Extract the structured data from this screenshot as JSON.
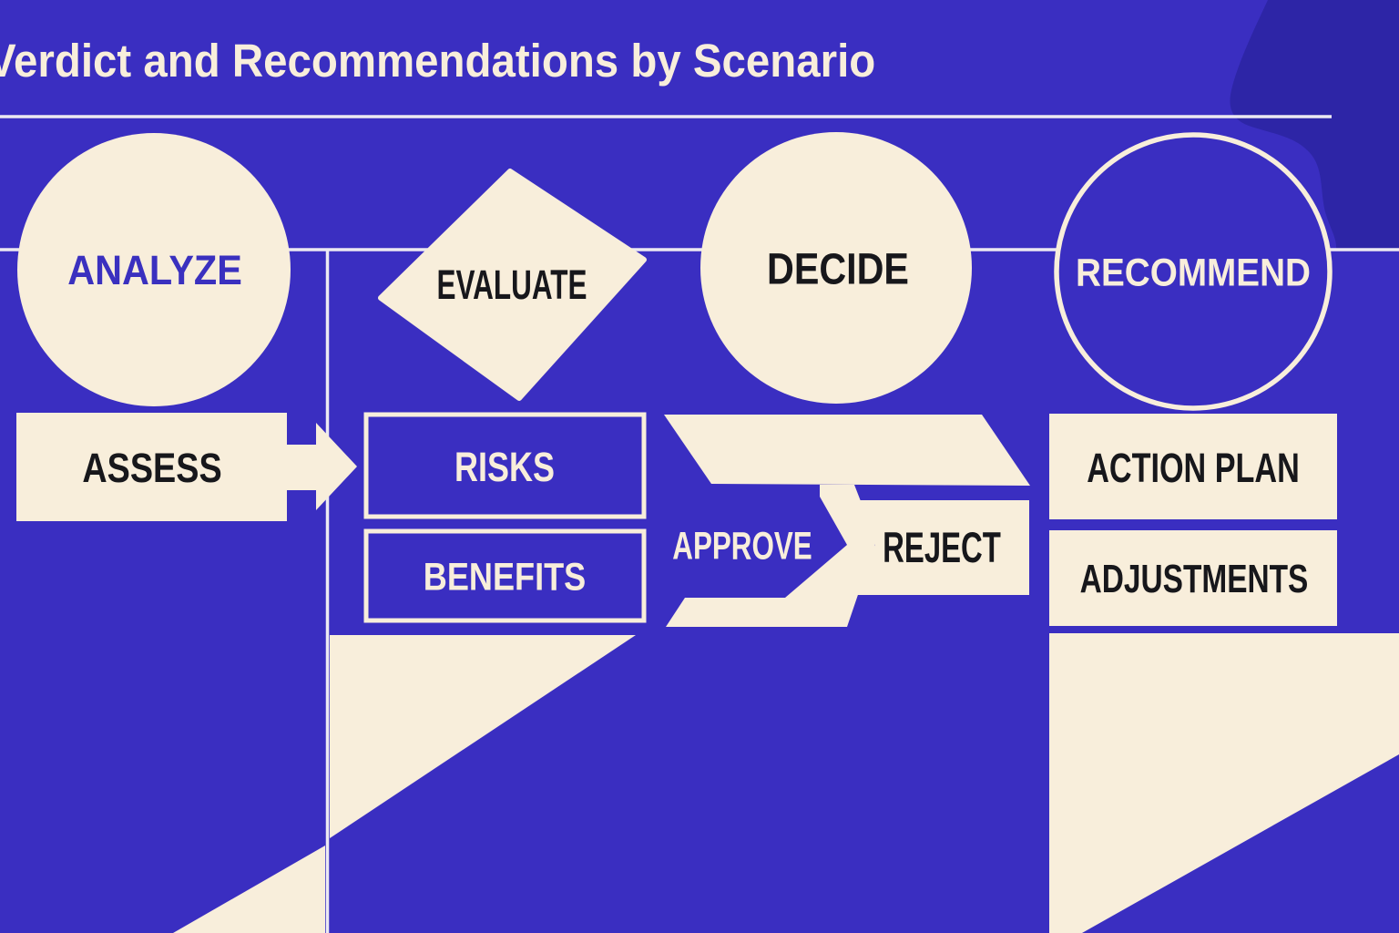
{
  "title": "Verdict and Recommendations by Scenario",
  "colors": {
    "background": "#3a2ec1",
    "cream": "#f8eedb",
    "ink": "#17171b",
    "analyze_text_blue": "#3a30bf",
    "silhouette_dark_blue": "#2d25a6",
    "connector_line": "#ece9f2"
  },
  "stages": [
    {
      "id": "analyze",
      "label": "ANALYZE",
      "shape": "circle"
    },
    {
      "id": "evaluate",
      "label": "EVALUATE",
      "shape": "diamond"
    },
    {
      "id": "decide",
      "label": "DECIDE",
      "shape": "circle"
    },
    {
      "id": "recommend",
      "label": "RECOMMEND",
      "shape": "outlined-circle"
    }
  ],
  "substeps": {
    "analyze": {
      "assess": "ASSESS"
    },
    "evaluate": {
      "risks": "RISKS",
      "benefits": "BENEFITS"
    },
    "decide": {
      "approve": "APPROVE",
      "reject": "REJECT"
    },
    "recommend": {
      "action_plan": "ACTION PLAN",
      "adjustments": "ADJUSTMENTS"
    }
  }
}
